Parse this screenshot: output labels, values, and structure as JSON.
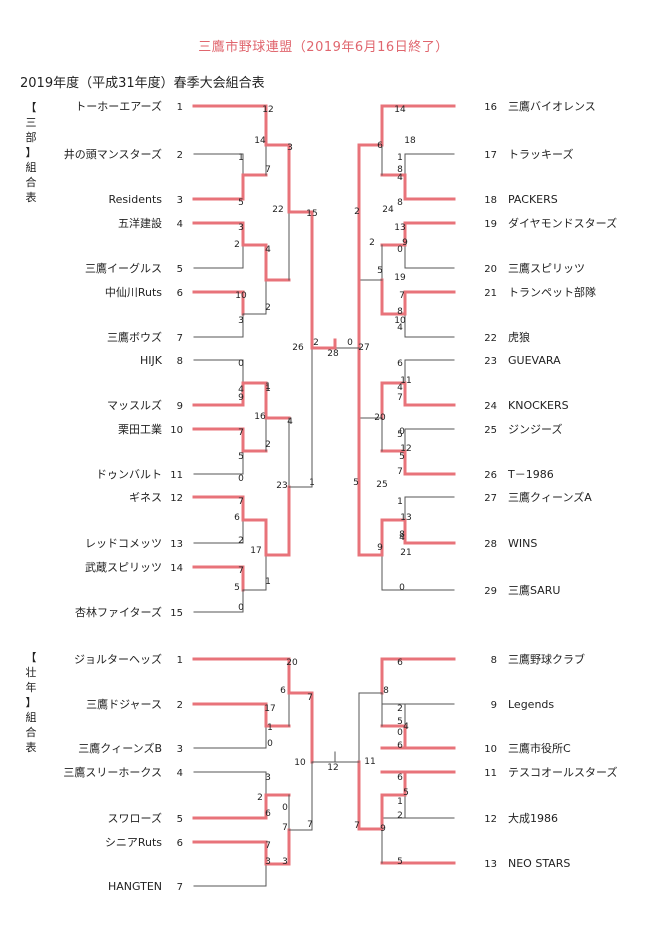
{
  "title": "三鷹市野球連盟（2019年6月16日終了）",
  "subtitle": "2019年度（平成31年度）春季大会組合表",
  "colors": {
    "win": "#e8737a",
    "line": "#555555",
    "title": "#e0666e"
  },
  "sections": [
    {
      "label": "【三部】組合表"
    },
    {
      "label": "【壮年】組合表"
    }
  ],
  "left_teams_1": [
    {
      "seed": "1",
      "name": "トーホーエアーズ"
    },
    {
      "seed": "2",
      "name": "井の頭マンスターズ"
    },
    {
      "seed": "3",
      "name": "Residents"
    },
    {
      "seed": "4",
      "name": "五洋建設"
    },
    {
      "seed": "5",
      "name": "三鷹イーグルス"
    },
    {
      "seed": "6",
      "name": "中仙川Ruts"
    },
    {
      "seed": "7",
      "name": "三鷹ボウズ"
    },
    {
      "seed": "8",
      "name": "HIJK"
    },
    {
      "seed": "9",
      "name": "マッスルズ"
    },
    {
      "seed": "10",
      "name": "栗田工業"
    },
    {
      "seed": "11",
      "name": "ドゥンバルト"
    },
    {
      "seed": "12",
      "name": "ギネス"
    },
    {
      "seed": "13",
      "name": "レッドコメッツ"
    },
    {
      "seed": "14",
      "name": "武蔵スピリッツ"
    },
    {
      "seed": "15",
      "name": "杏林ファイターズ"
    }
  ],
  "right_teams_1": [
    {
      "seed": "16",
      "name": "三鷹バイオレンス"
    },
    {
      "seed": "17",
      "name": "トラッキーズ"
    },
    {
      "seed": "18",
      "name": "PACKERS"
    },
    {
      "seed": "19",
      "name": "ダイヤモンドスターズ"
    },
    {
      "seed": "20",
      "name": "三鷹スピリッツ"
    },
    {
      "seed": "21",
      "name": "トランペット部隊"
    },
    {
      "seed": "22",
      "name": "虎狼"
    },
    {
      "seed": "23",
      "name": "GUEVARA"
    },
    {
      "seed": "24",
      "name": "KNOCKERS"
    },
    {
      "seed": "25",
      "name": "ジンジーズ"
    },
    {
      "seed": "26",
      "name": "T－1986"
    },
    {
      "seed": "27",
      "name": "三鷹クィーンズA"
    },
    {
      "seed": "28",
      "name": "WINS"
    },
    {
      "seed": "29",
      "name": "三鷹SARU"
    }
  ],
  "left_teams_2": [
    {
      "seed": "1",
      "name": "ジョルターヘッズ"
    },
    {
      "seed": "2",
      "name": "三鷹ドジャース"
    },
    {
      "seed": "3",
      "name": "三鷹クィーンズB"
    },
    {
      "seed": "4",
      "name": "三鷹スリーホークス"
    },
    {
      "seed": "5",
      "name": "スワローズ"
    },
    {
      "seed": "6",
      "name": "シニアRuts"
    },
    {
      "seed": "7",
      "name": "HANGTEN"
    }
  ],
  "right_teams_2": [
    {
      "seed": "8",
      "name": "三鷹野球クラブ"
    },
    {
      "seed": "9",
      "name": "Legends"
    },
    {
      "seed": "10",
      "name": "三鷹市役所C"
    },
    {
      "seed": "11",
      "name": "テスコオールスターズ"
    },
    {
      "seed": "12",
      "name": "大成1986"
    },
    {
      "seed": "13",
      "name": "NEO STARS"
    }
  ],
  "scores_1": [
    "12",
    "1",
    "14",
    "7",
    "3",
    "5",
    "3",
    "4",
    "2",
    "10",
    "15",
    "3",
    "2",
    "22",
    "0",
    "4",
    "1",
    "9",
    "16",
    "7",
    "5",
    "2",
    "4",
    "0",
    "1",
    "7",
    "6",
    "2",
    "17",
    "7",
    "5",
    "1",
    "0",
    "23",
    "1",
    "26",
    "2",
    "28",
    "0",
    "14",
    "18",
    "1",
    "8",
    "6",
    "4",
    "8",
    "13",
    "9",
    "0",
    "2",
    "19",
    "5",
    "7",
    "10",
    "8",
    "4",
    "24",
    "2",
    "27",
    "6",
    "11",
    "4",
    "7",
    "0",
    "20",
    "5",
    "12",
    "5",
    "7",
    "1",
    "13",
    "8",
    "4",
    "25",
    "21",
    "9",
    "0",
    "5"
  ],
  "scores_2": [
    "20",
    "6",
    "17",
    "1",
    "0",
    "7",
    "3",
    "2",
    "0",
    "6",
    "7",
    "7",
    "3",
    "3",
    "7",
    "10",
    "12",
    "6",
    "8",
    "2",
    "0",
    "4",
    "5",
    "6",
    "6",
    "5",
    "1",
    "2",
    "9",
    "11",
    "5",
    "7"
  ]
}
